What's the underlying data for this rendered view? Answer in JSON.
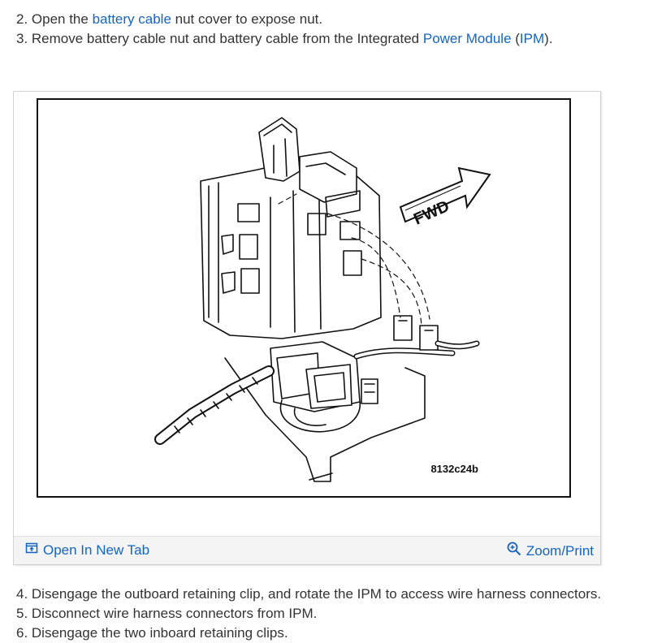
{
  "steps_top": {
    "step2": {
      "prefix": "2. Open the ",
      "link": "battery cable",
      "suffix": " nut cover to expose nut."
    },
    "step3": {
      "prefix": "3. Remove battery cable nut and battery cable from the Integrated ",
      "link1": "Power Module",
      "mid": " (",
      "link2": "IPM",
      "suffix": ")."
    }
  },
  "figure": {
    "code": "8132c24b",
    "fwd_label": "FWD",
    "open_new_tab": "Open In New Tab",
    "zoom_print": "Zoom/Print",
    "open_icon": "open-in-new-tab-icon",
    "zoom_icon": "zoom-in-icon"
  },
  "steps_bottom": [
    "4. Disengage the outboard retaining clip, and rotate the IPM to access wire harness connectors.",
    "5. Disconnect wire harness connectors from IPM.",
    "6. Disengage the two inboard retaining clips."
  ],
  "colors": {
    "link": "#1565c0",
    "text": "#333333",
    "toolbar_bg": "#f4f4f4"
  }
}
